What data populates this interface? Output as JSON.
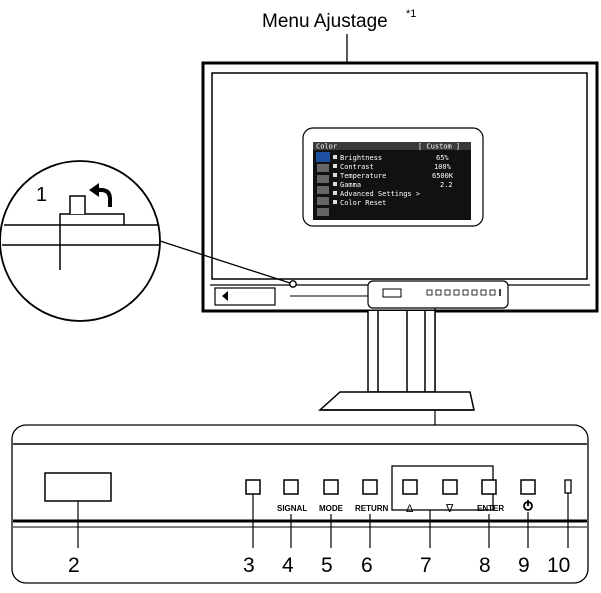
{
  "diagram": {
    "title": "Menu Ajustage",
    "title_sup": "*1",
    "callout_numbers": [
      "1",
      "2",
      "3",
      "4",
      "5",
      "6",
      "7",
      "8",
      "9",
      "10"
    ],
    "osd_menu": {
      "header_left": "Color",
      "header_right": "[  Custom  ]",
      "items": [
        {
          "label": "Brightness",
          "value": "65%"
        },
        {
          "label": "Contrast",
          "value": "100%"
        },
        {
          "label": "Temperature",
          "value": "6500K"
        },
        {
          "label": "Gamma",
          "value": "2.2"
        },
        {
          "label": "Advanced Settings >",
          "value": ""
        },
        {
          "label": "Color Reset",
          "value": ""
        }
      ]
    },
    "button_labels": {
      "signal": "SIGNAL",
      "mode": "MODE",
      "return": "RETURN",
      "up": "Δ",
      "down": "∇",
      "enter": "ENTER",
      "power": "⏻"
    },
    "colors": {
      "line": "#000000",
      "screen": "#000000",
      "osd_bg": "#111111",
      "osd_highlight": "#1d4ea0"
    }
  }
}
